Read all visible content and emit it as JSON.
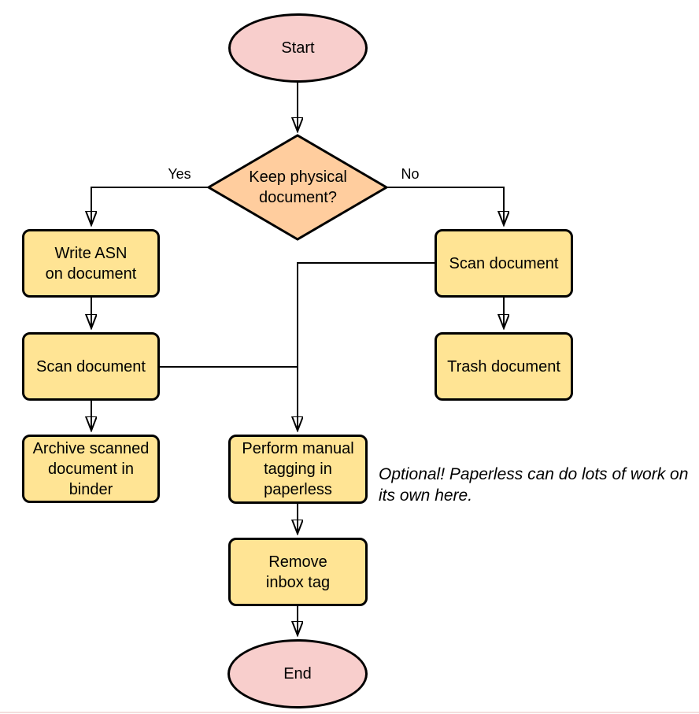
{
  "diagram": {
    "nodes": {
      "start": {
        "label": "Start",
        "type": "terminator"
      },
      "decision": {
        "label": "Keep physical\ndocument?",
        "type": "decision"
      },
      "write_asn": {
        "label": "Write ASN\non document",
        "type": "process"
      },
      "scan_left": {
        "label": "Scan document",
        "type": "process"
      },
      "archive": {
        "label": "Archive scanned\ndocument in\nbinder",
        "type": "process"
      },
      "scan_right": {
        "label": "Scan document",
        "type": "process"
      },
      "trash": {
        "label": "Trash document",
        "type": "process"
      },
      "tagging": {
        "label": "Perform manual\ntagging in\npaperless",
        "type": "process"
      },
      "remove_inbox": {
        "label": "Remove\ninbox tag",
        "type": "process"
      },
      "end": {
        "label": "End",
        "type": "terminator"
      }
    },
    "edge_labels": {
      "yes": "Yes",
      "no": "No"
    },
    "annotation": {
      "lines": [
        "Optional! Paperless can do lots of work on",
        "its own here."
      ]
    },
    "colors": {
      "process_fill": "#ffe494",
      "decision_fill": "#ffcd9e",
      "terminator_fill": "#f8cecc",
      "stroke": "#000000",
      "background": "#ffffff",
      "bottom_strip": "#f3dedd"
    }
  }
}
